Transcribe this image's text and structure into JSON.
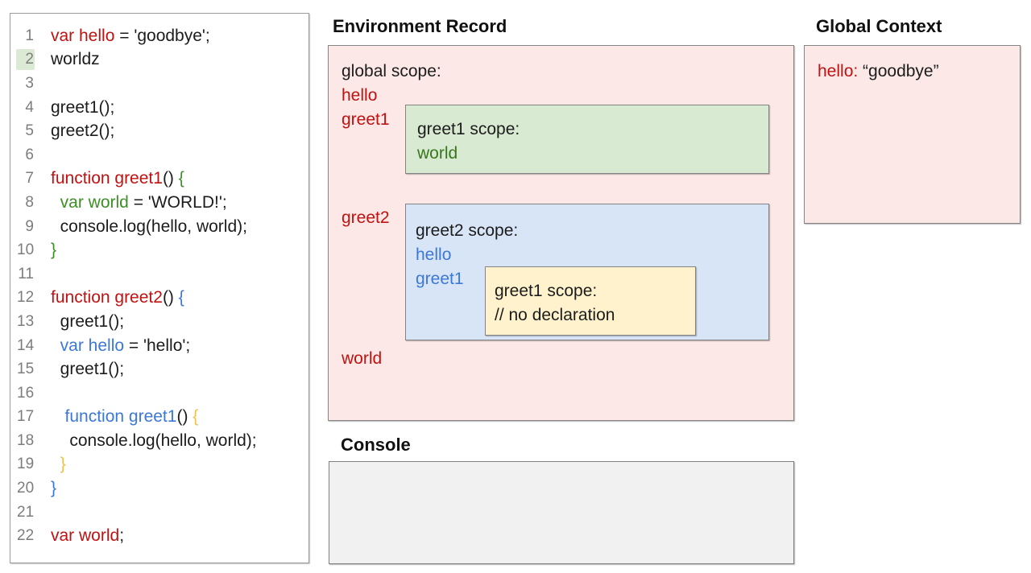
{
  "palette": {
    "black": "#1c1c1c",
    "red": "#bf1211",
    "green": "#3e8e28",
    "blue": "#3c78d8",
    "yellow": "#f1c24d",
    "gray": "#7d7d7d",
    "env_green": "#38761d",
    "pink_bg": "#fce8e6",
    "green_bg": "#d9ead3",
    "blue_bg": "#d8e5f6",
    "yellow_bg": "#fff2cc",
    "console_bg": "#f1f1f1",
    "line_highlight": "#dcead5"
  },
  "code_panel": {
    "lines": [
      {
        "num": "1",
        "segments": [
          {
            "text": "var hello",
            "color": "red"
          },
          {
            "text": " = 'goodbye';",
            "color": "black"
          }
        ]
      },
      {
        "num": "2",
        "highlight": true,
        "segments": [
          {
            "text": "worldz",
            "color": "black"
          }
        ]
      },
      {
        "num": "3",
        "segments": []
      },
      {
        "num": "4",
        "segments": [
          {
            "text": "greet1();",
            "color": "black"
          }
        ]
      },
      {
        "num": "5",
        "segments": [
          {
            "text": "greet2();",
            "color": "black"
          }
        ]
      },
      {
        "num": "6",
        "segments": []
      },
      {
        "num": "7",
        "segments": [
          {
            "text": "function greet1",
            "color": "red"
          },
          {
            "text": "() ",
            "color": "black"
          },
          {
            "text": "{",
            "color": "green"
          }
        ]
      },
      {
        "num": "8",
        "segments": [
          {
            "text": "  ",
            "color": "black"
          },
          {
            "text": "var world",
            "color": "green"
          },
          {
            "text": " = 'WORLD!';",
            "color": "black"
          }
        ]
      },
      {
        "num": "9",
        "segments": [
          {
            "text": "  console.log(hello, world);",
            "color": "black"
          }
        ]
      },
      {
        "num": "10",
        "segments": [
          {
            "text": "}",
            "color": "green"
          }
        ]
      },
      {
        "num": "11",
        "segments": []
      },
      {
        "num": "12",
        "segments": [
          {
            "text": "function greet2",
            "color": "red"
          },
          {
            "text": "() ",
            "color": "black"
          },
          {
            "text": "{",
            "color": "blue"
          }
        ]
      },
      {
        "num": "13",
        "segments": [
          {
            "text": "  greet1();",
            "color": "black"
          }
        ]
      },
      {
        "num": "14",
        "segments": [
          {
            "text": "  ",
            "color": "black"
          },
          {
            "text": "var hello",
            "color": "blue"
          },
          {
            "text": " = 'hello';",
            "color": "black"
          }
        ]
      },
      {
        "num": "15",
        "segments": [
          {
            "text": "  greet1();",
            "color": "black"
          }
        ]
      },
      {
        "num": "16",
        "segments": []
      },
      {
        "num": "17",
        "segments": [
          {
            "text": "   ",
            "color": "black"
          },
          {
            "text": "function greet1",
            "color": "blue"
          },
          {
            "text": "() ",
            "color": "black"
          },
          {
            "text": "{",
            "color": "yellow"
          }
        ]
      },
      {
        "num": "18",
        "segments": [
          {
            "text": "    console.log(hello, world);",
            "color": "black"
          }
        ]
      },
      {
        "num": "19",
        "segments": [
          {
            "text": "  ",
            "color": "black"
          },
          {
            "text": "}",
            "color": "yellow"
          }
        ]
      },
      {
        "num": "20",
        "segments": [
          {
            "text": "}",
            "color": "blue"
          }
        ]
      },
      {
        "num": "21",
        "segments": []
      },
      {
        "num": "22",
        "segments": [
          {
            "text": "var world",
            "color": "red"
          },
          {
            "text": ";",
            "color": "black"
          }
        ]
      }
    ]
  },
  "env_record": {
    "title": "Environment Record",
    "global_scope_label": "global scope:",
    "var_hello": "hello",
    "var_greet1": "greet1",
    "var_greet2": "greet2",
    "var_world": "world",
    "greet1_scope": {
      "title": "greet1 scope:",
      "var_world": "world"
    },
    "greet2_scope": {
      "title": "greet2 scope:",
      "var_hello": "hello",
      "var_greet1": "greet1",
      "inner_greet1_scope": {
        "title": "greet1 scope:",
        "comment": "// no declaration"
      }
    }
  },
  "global_context": {
    "title": "Global Context",
    "entry_key": "hello:",
    "entry_value": "“goodbye”"
  },
  "console_panel": {
    "title": "Console",
    "content": ""
  }
}
